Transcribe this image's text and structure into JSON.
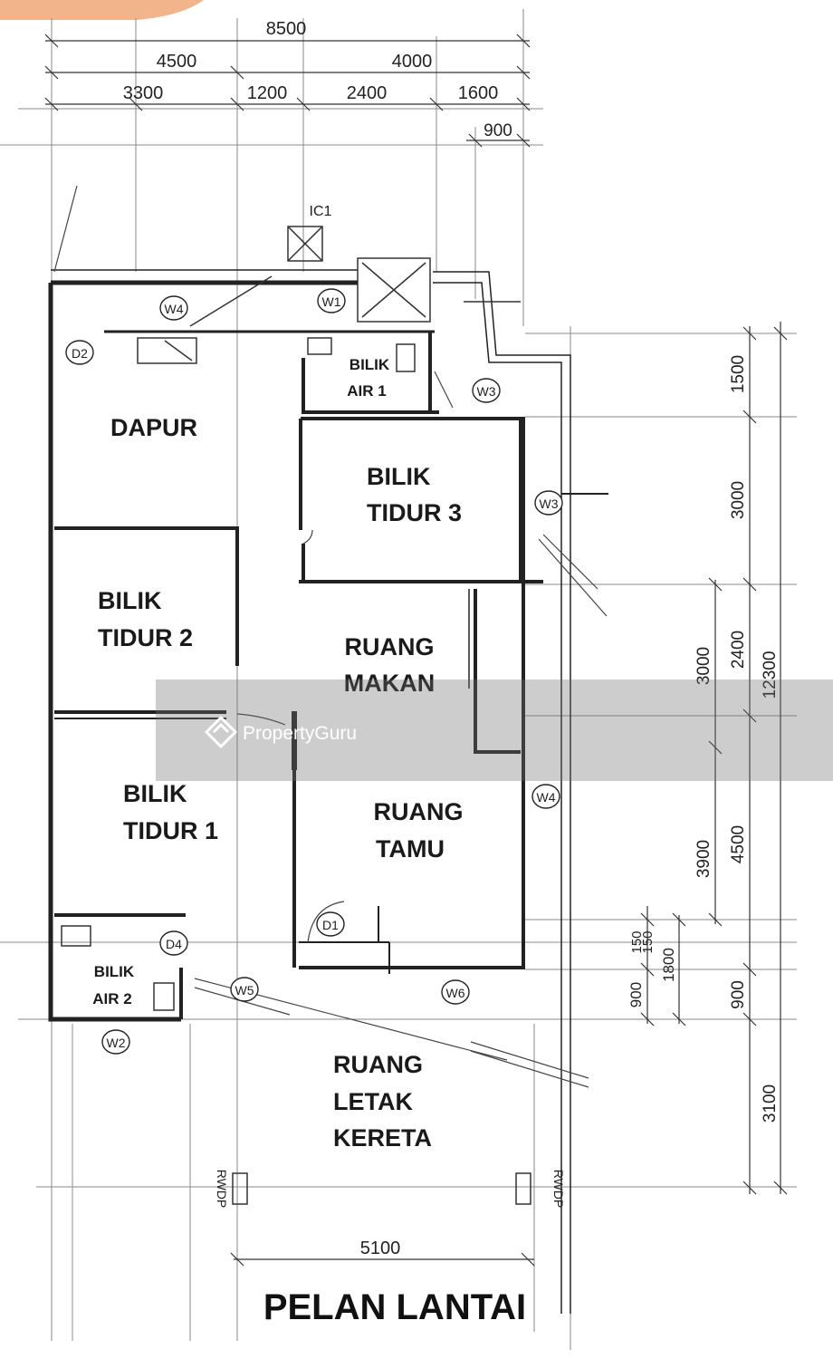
{
  "title": "PELAN LANTAI",
  "watermark": "PropertyGuru",
  "rooms": {
    "dapur": "DAPUR",
    "bilik_air_1": [
      "BILIK",
      "AIR 1"
    ],
    "bilik_tidur_3": [
      "BILIK",
      "TIDUR 3"
    ],
    "bilik_tidur_2": [
      "BILIK",
      "TIDUR 2"
    ],
    "ruang_makan": [
      "RUANG",
      "MAKAN"
    ],
    "bilik_tidur_1": [
      "BILIK",
      "TIDUR 1"
    ],
    "ruang_tamu": [
      "RUANG",
      "TAMU"
    ],
    "bilik_air_2": [
      "BILIK",
      "AIR 2"
    ],
    "ruang_letak_kereta": [
      "RUANG",
      "LETAK",
      "KERETA"
    ]
  },
  "top_dimensions": {
    "overall": "8500",
    "row2": [
      "4500",
      "4000"
    ],
    "row3": [
      "3300",
      "1200",
      "2400",
      "1600"
    ],
    "row4": "900"
  },
  "bottom_dimension": "5100",
  "right_dimensions": {
    "outer": "12300",
    "col_a": [
      "1500",
      "3000",
      "2400",
      "4500",
      "900",
      "3100"
    ],
    "col_b": [
      "3000",
      "3900"
    ],
    "col_c": [
      "900",
      "150",
      "150",
      "1800"
    ]
  },
  "tags": {
    "ic1": "IC1",
    "w4_top": "W4",
    "w1": "W1",
    "d2": "D2",
    "w3_a": "W3",
    "w3_b": "W3",
    "w4_right": "W4",
    "d1": "D1",
    "d4": "D4",
    "w5": "W5",
    "w6": "W6",
    "w2": "W2"
  },
  "rwdp": [
    "RWDP",
    "RWDP"
  ]
}
